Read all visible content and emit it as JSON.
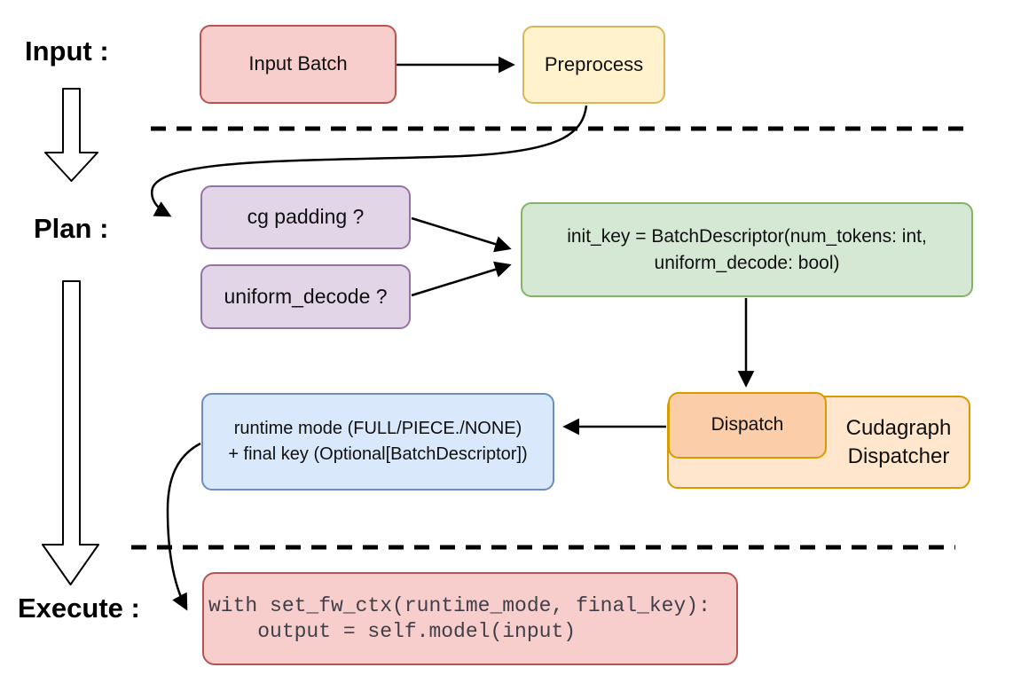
{
  "stage_labels": {
    "input": "Input :",
    "plan": "Plan :",
    "execute": "Execute :"
  },
  "nodes": {
    "input_batch": {
      "label": "Input Batch"
    },
    "preprocess": {
      "label": "Preprocess"
    },
    "cg_padding": {
      "label": "cg padding ?"
    },
    "uniform_decode": {
      "label": "uniform_decode ?"
    },
    "init_key": {
      "line1": "init_key = BatchDescriptor(num_tokens: int,",
      "line2": "uniform_decode: bool)"
    },
    "dispatch": {
      "label": "Dispatch"
    },
    "cudagraph_dispatcher": {
      "line1": "Cudagraph",
      "line2": "Dispatcher"
    },
    "runtime_mode": {
      "line1": "runtime mode (FULL/PIECE./NONE)",
      "line2": "+ final key (Optional[BatchDescriptor])"
    },
    "execute_code": {
      "line1": "with set_fw_ctx(runtime_mode, final_key):",
      "line2": "    output = self.model(input)"
    }
  },
  "colors": {
    "red_fill": "#f8cecc",
    "red_stroke": "#b85450",
    "yellow_fill": "#fff2cc",
    "yellow_stroke": "#d6b656",
    "purple_fill": "#e1d5e7",
    "purple_stroke": "#9673a6",
    "green_fill": "#d5e8d4",
    "green_stroke": "#82b366",
    "orange_fill": "#ffe6cc",
    "orange_stroke": "#d79b00",
    "dispatch_fill": "#fbcda8",
    "blue_fill": "#dae8fc",
    "blue_stroke": "#6c8ebf",
    "connector": "#000000",
    "code_text": "#3f3f49"
  }
}
